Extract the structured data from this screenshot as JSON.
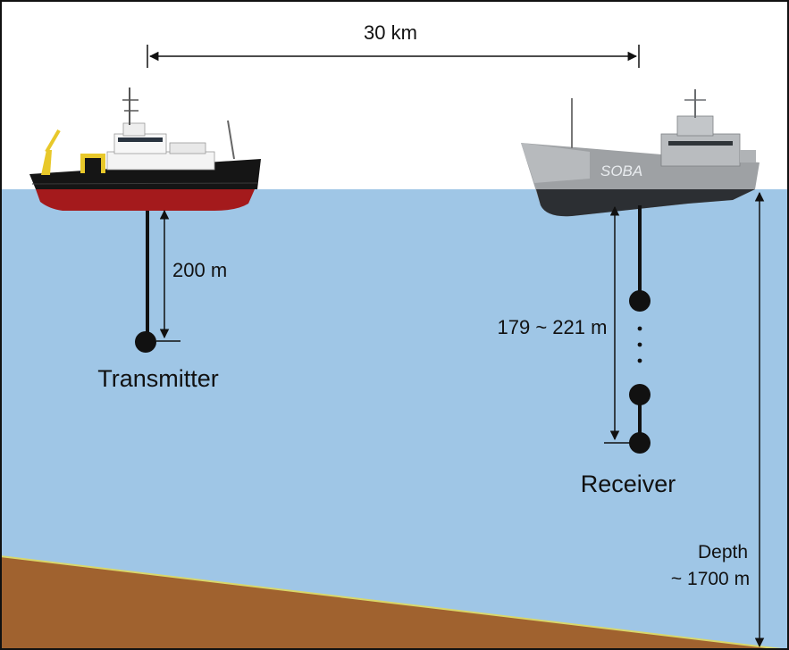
{
  "labels": {
    "distance": "30 km",
    "transmitter_depth": "200 m",
    "transmitter": "Transmitter",
    "receiver_depth": "179 ~ 221 m",
    "receiver": "Receiver",
    "depth_line1": "Depth",
    "depth_line2": "~ 1700 m"
  },
  "ships": {
    "receiver_hull_text": "SOBA"
  },
  "colors": {
    "water": "#9fc6e6",
    "seabed": "#a0622f",
    "seabed_edge": "#d9d76a",
    "sky": "#ffffff",
    "lines": "#111111"
  }
}
